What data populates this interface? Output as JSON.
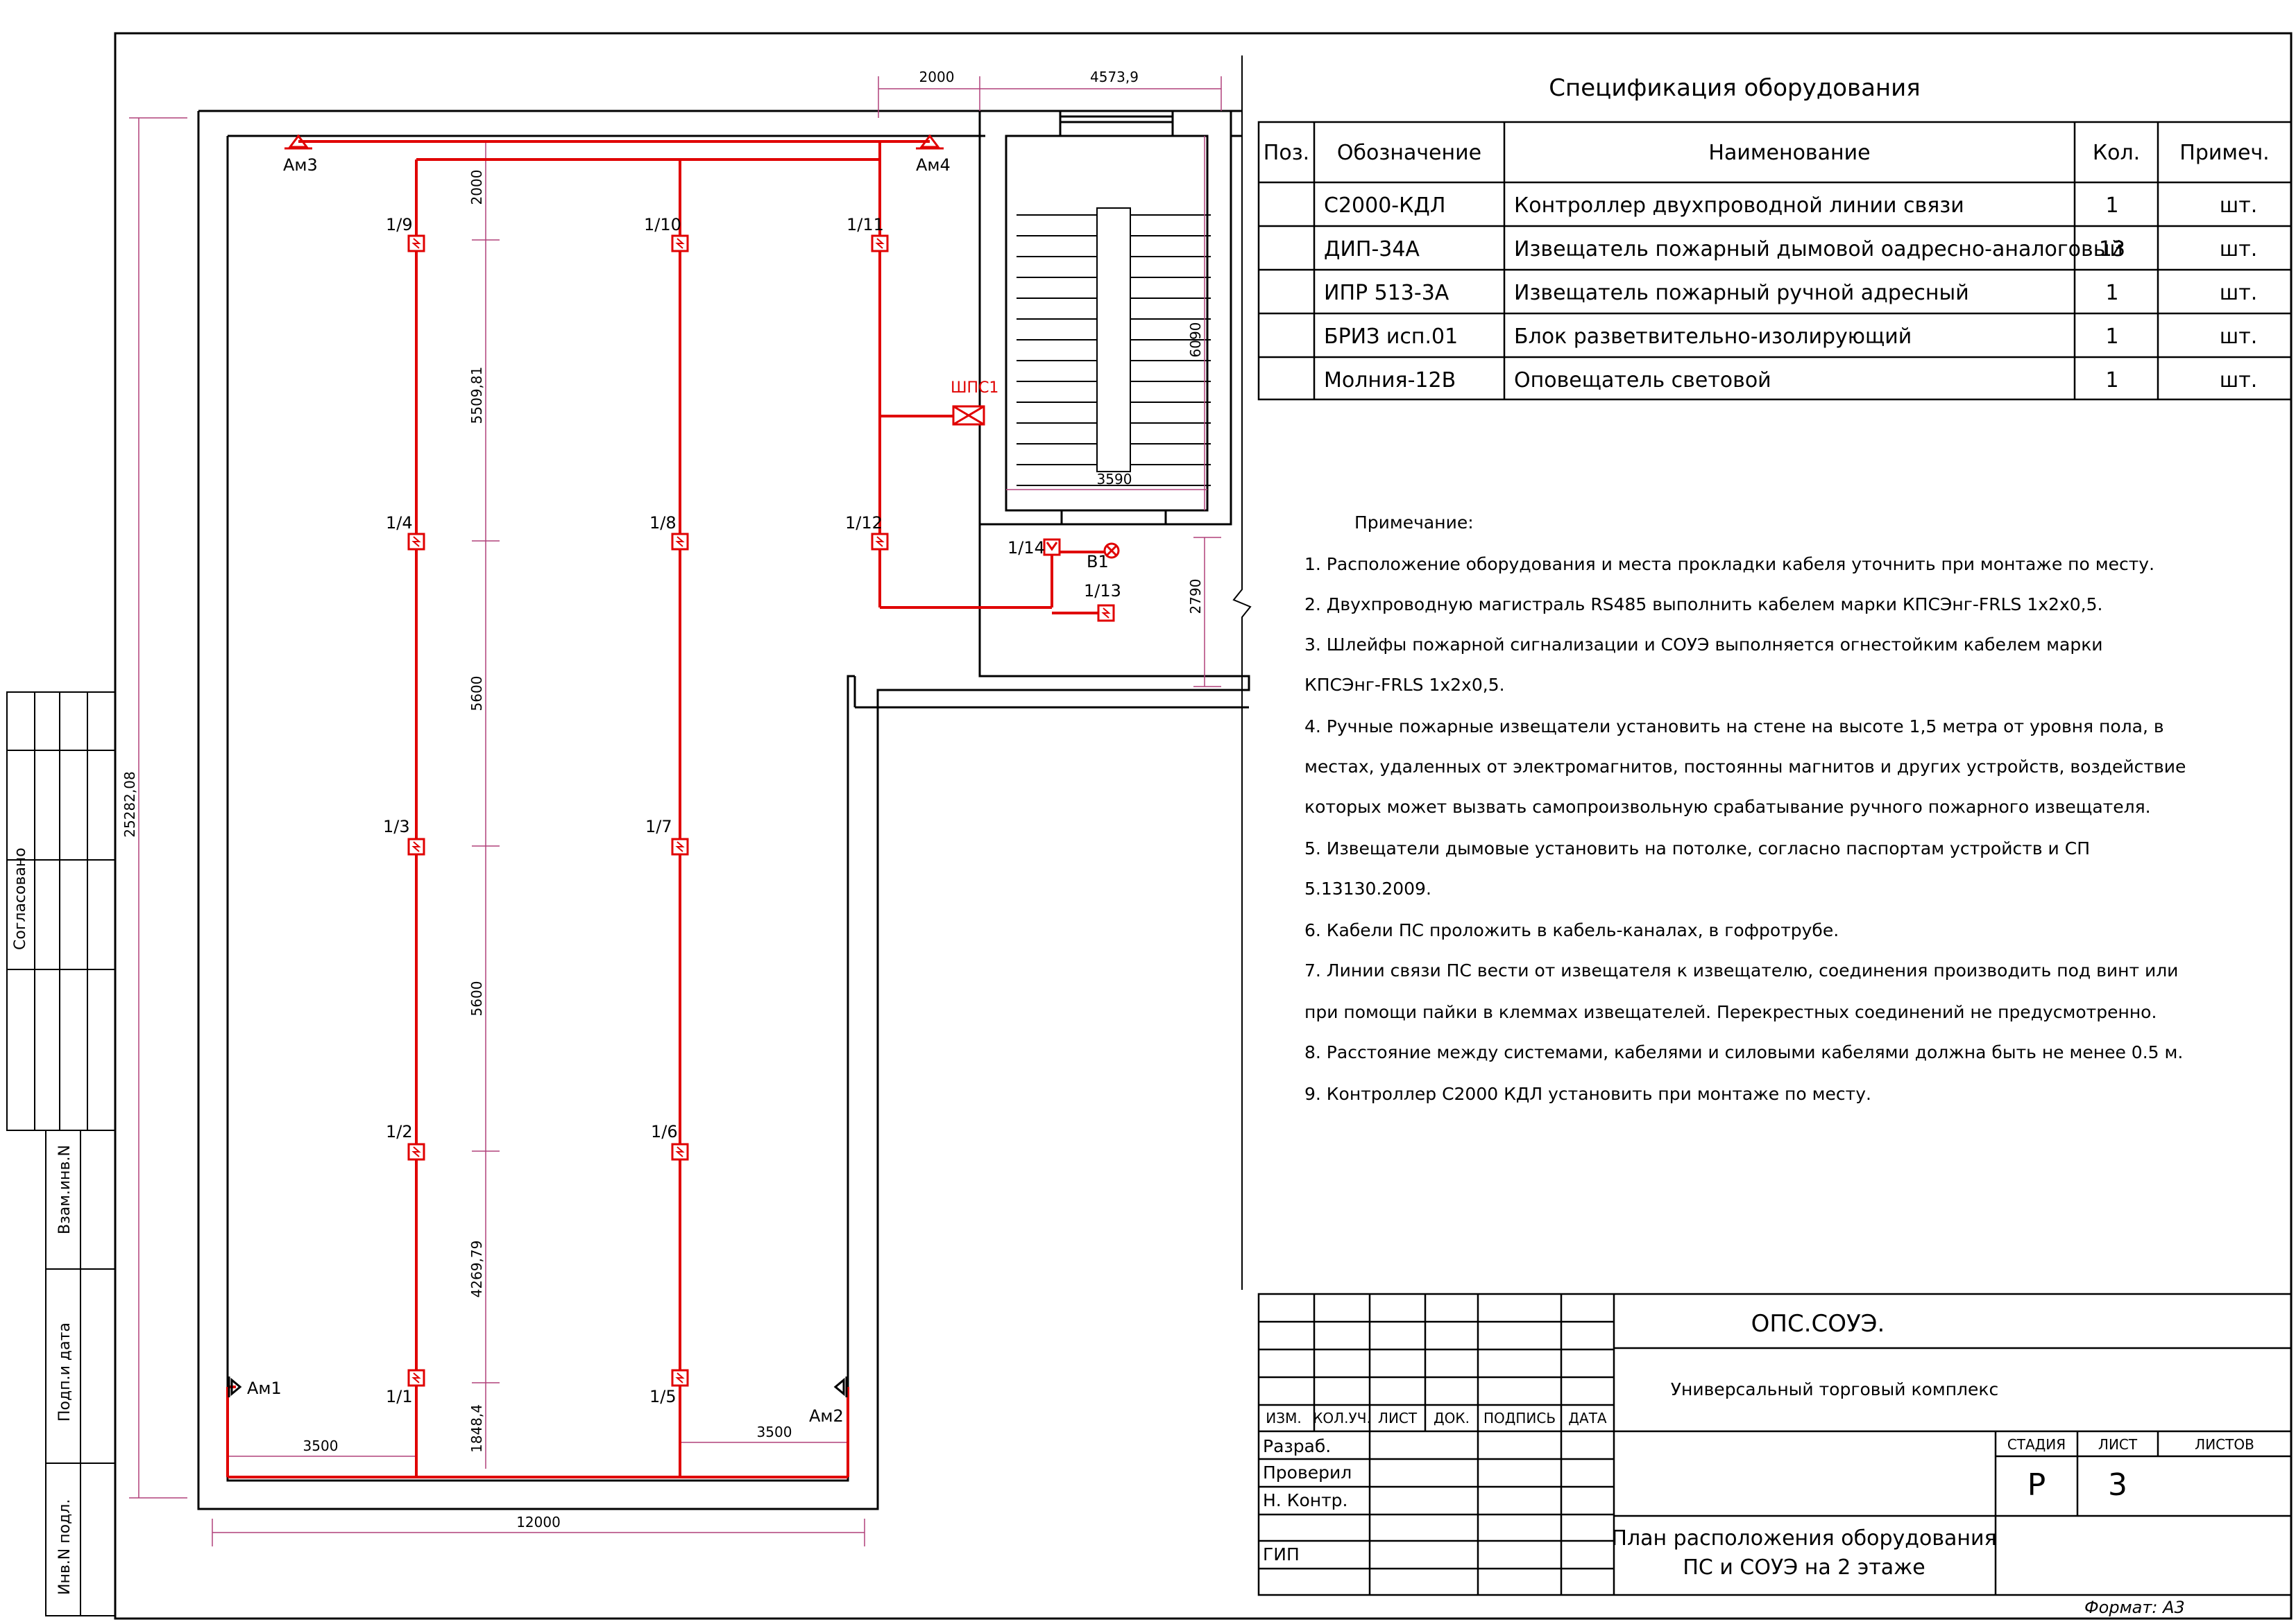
{
  "spec": {
    "title": "Спецификация оборудования",
    "headers": [
      "Поз.",
      "Обозначение",
      "Наименование",
      "Кол.",
      "Примеч."
    ],
    "rows": [
      {
        "pos": "",
        "designation": "С2000-КДЛ",
        "name": "Контроллер двухпроводной линии связи",
        "qty": "1",
        "note": "шт."
      },
      {
        "pos": "",
        "designation": "ДИП-34А",
        "name": "Извещатель пожарный дымовой оадресно-аналоговый",
        "qty": "13",
        "note": "шт."
      },
      {
        "pos": "",
        "designation": "ИПР 513-3А",
        "name": "Извещатель пожарный ручной адресный",
        "qty": "1",
        "note": "шт."
      },
      {
        "pos": "",
        "designation": "БРИЗ исп.01",
        "name": "Блок разветвительно-изолирующий",
        "qty": "1",
        "note": "шт."
      },
      {
        "pos": "",
        "designation": "Молния-12В",
        "name": "Оповещатель световой",
        "qty": "1",
        "note": "шт."
      }
    ]
  },
  "notes": {
    "heading": "Примечание:",
    "lines": [
      "1.    Расположение оборудования и места прокладки кабеля уточнить при монтаже по месту.",
      "2.    Двухпроводную магистраль RS485 выполнить кабелем марки КПСЭнг-FRLS 1х2х0,5.",
      "3.    Шлейфы пожарной сигнализации и СОУЭ выполняется огнестойким кабелем марки",
      "КПСЭнг-FRLS 1х2х0,5.",
      "4.    Ручные пожарные извещатели установить на стене на высоте 1,5 метра от уровня пола, в",
      "местах, удаленных от электромагнитов, постоянны магнитов и других устройств, воздействие",
      "которых может вызвать самопроизвольную срабатывание ручного пожарного извещателя.",
      "5.    Извещатели дымовые установить на  потолке,  согласно паспортам устройств и СП",
      "5.13130.2009.",
      "6.    Кабели ПС проложить в кабель-каналах, в гофротрубе.",
      "7.    Линии связи ПС вести от извещателя к извещателю, соединения производить под винт или",
      "при помощи пайки в клеммах извещателей.   Перекрестных соединений не предусмотренно.",
      "8.    Расстояние между системами, кабелями и силовыми кабелями должна быть не менее 0.5 м.",
      "9.    Контроллер С2000 КДЛ установить при монтаже по месту."
    ]
  },
  "stamp": {
    "code": "ОПС.СОУЭ.",
    "object": "Универсальный торговый комплекс",
    "col_headers": [
      "ИЗМ.",
      "КОЛ.УЧ.",
      "ЛИСТ",
      "ДОК.",
      "ПОДПИСЬ",
      "ДАТА"
    ],
    "roles": [
      "Разраб.",
      "Проверил",
      "Н. Контр.",
      "ГИП"
    ],
    "stage_label": "СТАДИЯ",
    "sheet_label": "ЛИСТ",
    "sheets_label": "ЛИСТОВ",
    "stage": "Р",
    "sheet": "3",
    "sheet_title_1": "План расположения оборудования",
    "sheet_title_2": "ПС и СОУЭ на 2 этаже",
    "format": "Формат: А3"
  },
  "side": {
    "agreed": "Согласовано",
    "vzam": "Взам.инв.N",
    "podp": "Подп.и дата",
    "inv": "Инв.N подл."
  },
  "plan": {
    "dims": {
      "d2000_top": "2000",
      "d4573": "4573,9",
      "d2000_v": "2000",
      "d5509": "5509,81",
      "d5600a": "5600",
      "d5600b": "5600",
      "d4269": "4269,79",
      "d1848": "1848,4",
      "d25282": "25282,08",
      "d3500a": "3500",
      "d3500b": "3500",
      "d12000": "12000",
      "d3590": "3590",
      "d6090": "6090",
      "d2790": "2790"
    },
    "detectors": {
      "d9": "1/9",
      "d10": "1/10",
      "d11": "1/11",
      "d4": "1/4",
      "d8": "1/8",
      "d12": "1/12",
      "d3": "1/3",
      "d7": "1/7",
      "d2": "1/2",
      "d6": "1/6",
      "d1": "1/1",
      "d5": "1/5",
      "d14": "1/14",
      "d13": "1/13"
    },
    "sirens": {
      "am1": "Ам1",
      "am2": "Ам2",
      "am3": "Ам3",
      "am4": "Ам4"
    },
    "shps": "ШПС1",
    "b1": "В1"
  },
  "colors": {
    "loop": "#e00000",
    "dim": "#b0407a",
    "line": "#000000"
  }
}
